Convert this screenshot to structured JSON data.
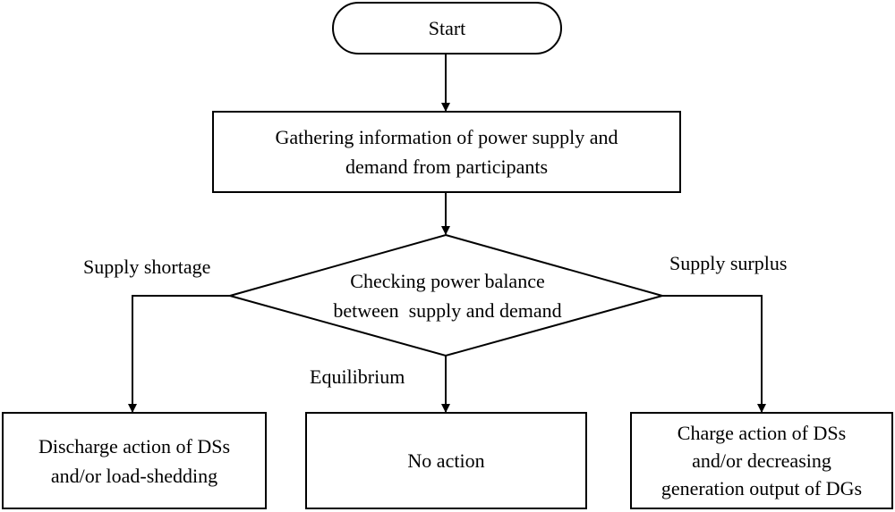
{
  "diagram": {
    "nodes": {
      "start": {
        "lines": [
          "Start"
        ]
      },
      "gather": {
        "lines": [
          "Gathering information of power supply and",
          "demand from participants"
        ]
      },
      "check": {
        "lines": [
          "Checking power balance",
          "between  supply and demand"
        ]
      },
      "discharge": {
        "lines": [
          "Discharge action of DSs",
          "and/or load-shedding"
        ]
      },
      "no_action": {
        "lines": [
          "No action"
        ]
      },
      "charge": {
        "lines": [
          "Charge action of DSs",
          "and/or decreasing",
          "generation output of DGs"
        ]
      }
    },
    "edges": {
      "supply_shortage": "Supply shortage",
      "equilibrium": "Equilibrium",
      "supply_surplus": "Supply surplus"
    }
  }
}
